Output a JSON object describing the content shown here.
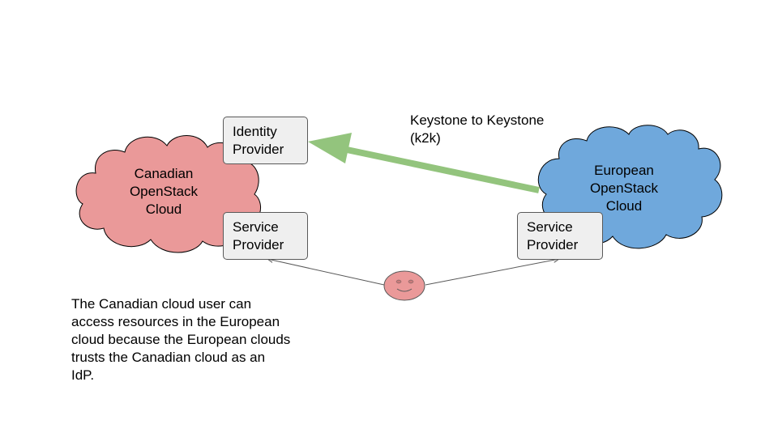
{
  "colors": {
    "canadian_cloud": "#ea9999",
    "european_cloud": "#6fa8dc",
    "k2k_arrow": "#93c47d",
    "box_fill": "#efefef",
    "box_border": "#595959",
    "user_face": "#ea9999",
    "connector": "#595959"
  },
  "canadian_cloud": {
    "label_lines": [
      "Canadian",
      "OpenStack",
      "Cloud"
    ]
  },
  "european_cloud": {
    "label_lines": [
      "European",
      "OpenStack",
      "Cloud"
    ]
  },
  "identity_provider": {
    "label_lines": [
      "Identity",
      "Provider"
    ]
  },
  "canadian_service_provider": {
    "label_lines": [
      "Service",
      "Provider"
    ]
  },
  "european_service_provider": {
    "label_lines": [
      "Service",
      "Provider"
    ]
  },
  "k2k_label": {
    "lines": [
      "Keystone to Keystone",
      "(k2k)"
    ]
  },
  "description": {
    "lines": [
      "The Canadian cloud user can",
      "access resources in the European",
      "cloud because the European clouds",
      "trusts the Canadian cloud as an",
      "IdP."
    ]
  },
  "user": {
    "icon": "smiley-face-icon"
  }
}
